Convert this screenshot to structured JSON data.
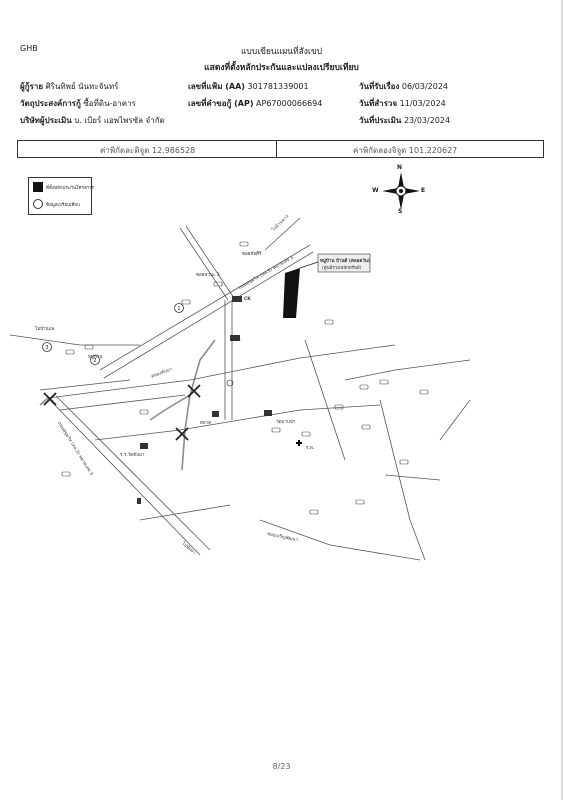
{
  "header": {
    "org": "GHB",
    "title1": "แบบเขียนแผนที่สังเขป",
    "title2": "แสดงที่ตั้งหลักประกันและแปลงเปรียบเทียบ"
  },
  "info": {
    "borrower_label": "ผู้กู้ราย",
    "borrower_value": "ศิรินทิพย์ นันทะจันทร์",
    "purpose_label": "วัตถุประสงค์การกู้",
    "purpose_value": "ซื้อที่ดิน-อาคาร",
    "appraiser_label": "บริษัทผู้ประเมิน",
    "appraiser_value": "บ. เบียร์ แอพไพรซัล จำกัด",
    "file_no_label": "เลขที่แฟ้ม (AA)",
    "file_no_value": "301781339001",
    "request_no_label": "เลขที่คำขอกู้ (AP)",
    "request_no_value": "AP67000066694",
    "receive_date_label": "วันที่รับเรื่อง",
    "receive_date_value": "06/03/2024",
    "survey_date_label": "วันที่สำรวจ",
    "survey_date_value": "11/03/2024",
    "appraise_date_label": "วันที่ประเมิน",
    "appraise_date_value": "23/03/2024"
  },
  "coords": {
    "lat_label": "ค่าพิกัดละติจูด",
    "lat_value": "12.986528",
    "lon_label": "ค่าพิกัดลองจิจูด",
    "lon_value": "101.220627"
  },
  "legend": {
    "collateral": "ที่ตั้งหลักประกันโครงการ",
    "comparison": "ข้อมูลเปรียบเทียบ"
  },
  "compass": {
    "n": "N",
    "s": "S",
    "e": "E",
    "w": "W"
  },
  "map": {
    "project_label_1": "หมู่บ้าน บ้านดี (ตลอดวัน)",
    "project_label_2": "(ศูนย์รวมหลักทรัพย์)",
    "road_main_1": "ถนนสุขุมวิท (ทล.3) หมายเลข 3",
    "road_main_2": "ถนนสุขุมวิท (ทล.3) หมายเลข 3",
    "road_to_1": "ไปบ้านฉาง",
    "road_to_2": "ไปพัทยา",
    "road_to_3": "ไปบ้านแพ",
    "landmark_ck": "CK",
    "landmark_station": "ปตท.",
    "label_1": "ซอยชวนะ 3",
    "label_2": "ซอยชัยศิริ",
    "label_3": "หมู่บ้าน",
    "label_4": "ร.ร.วัดทับมา",
    "label_5": "ร.พ.",
    "label_6": "วัดมาบข่า",
    "label_7": "ตลาด",
    "label_8": "คลองทับมา",
    "label_9": "ซอยเจริญพัฒนา"
  },
  "footer": {
    "page": "8/23"
  }
}
